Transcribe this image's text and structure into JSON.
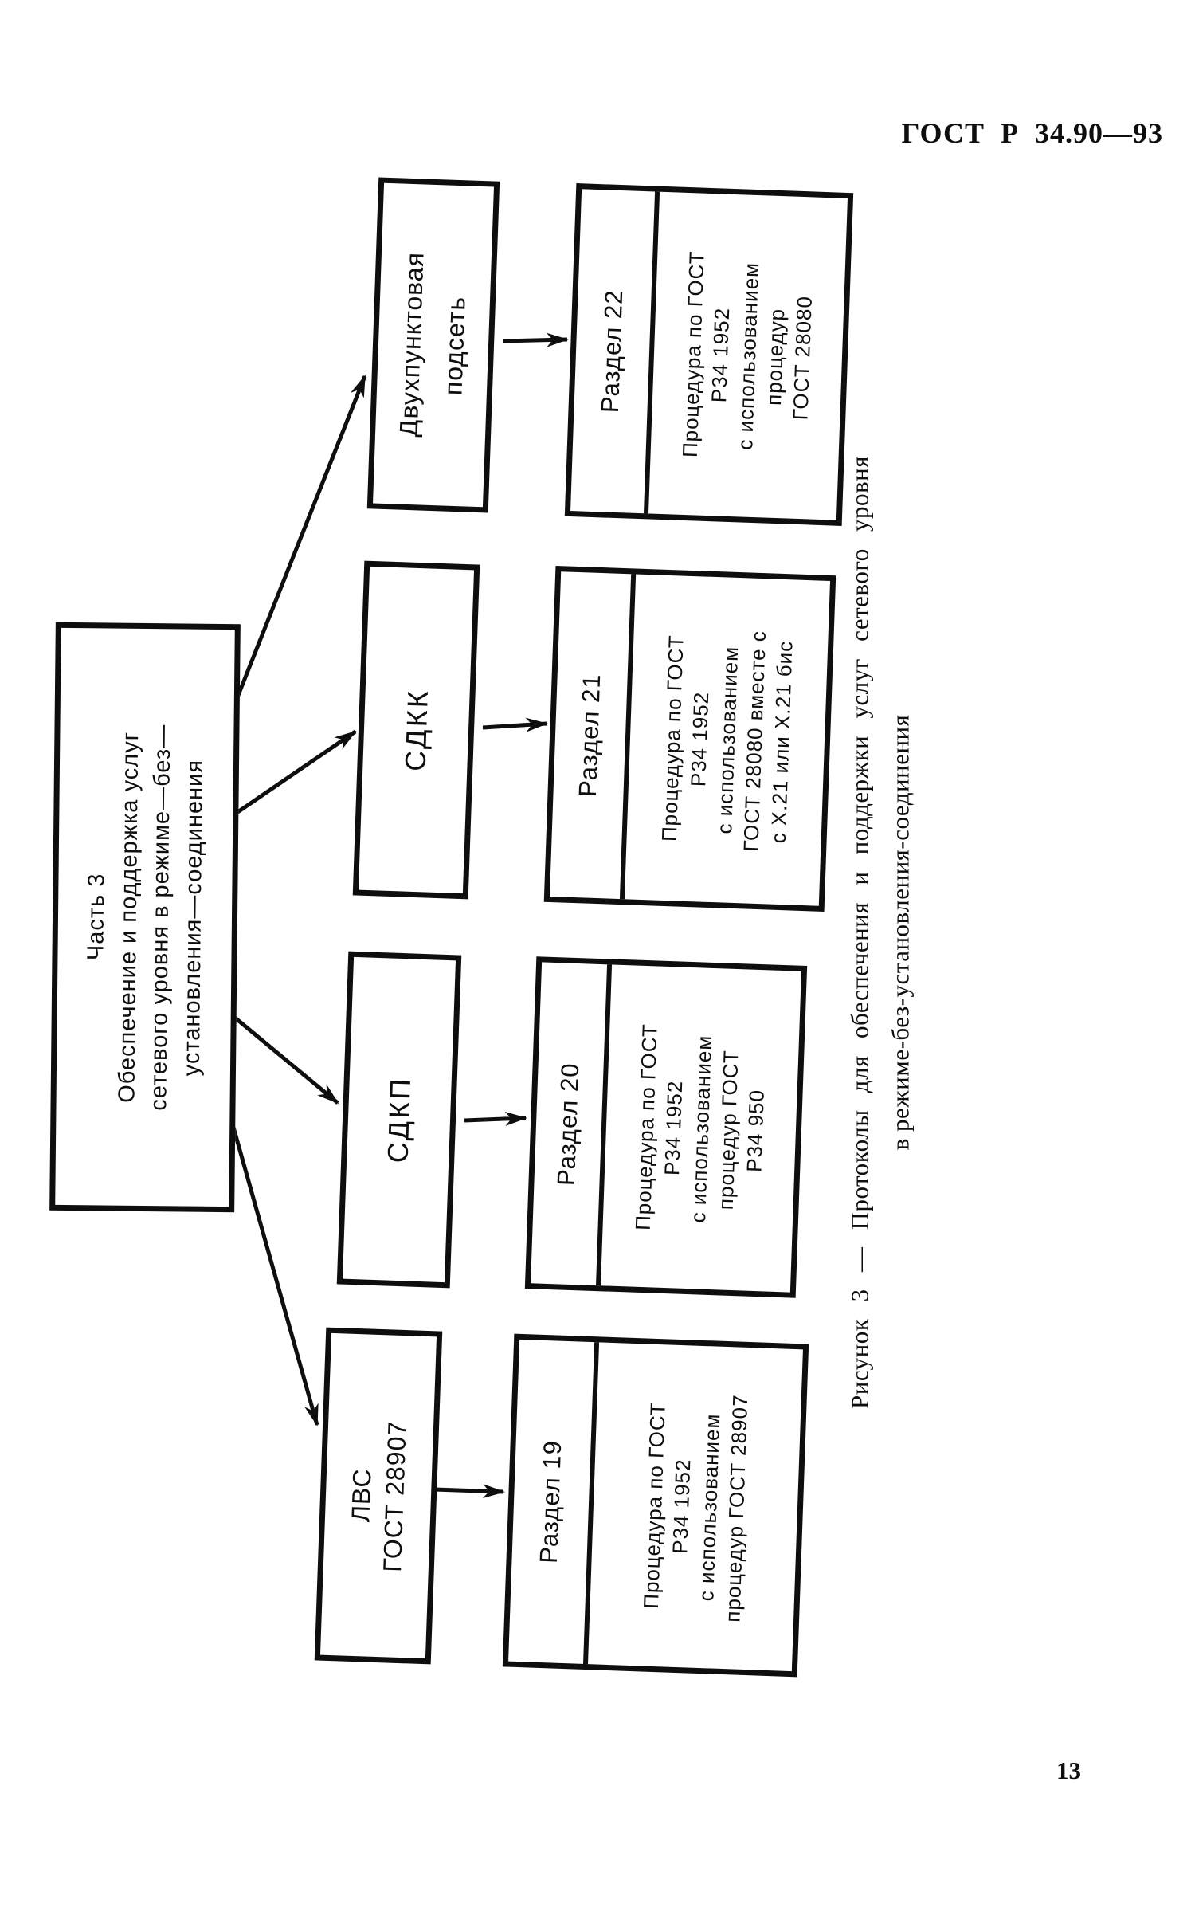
{
  "header": {
    "standard": "ГОСТ Р 34.90—93"
  },
  "footer": {
    "page_number": "13"
  },
  "diagram": {
    "source_box": {
      "text": "Часть 3\nОбеспечение и поддержка услуг\nсетевого уровня в режиме—без—\nустановления—соединения"
    },
    "branches": [
      {
        "protocol": "Двухпунктовая\nподсеть",
        "section": "Раздел 22",
        "procedure": "Процедура по ГОСТ\nР34 1952\nс использованием\nпроцедур\nГОСТ 28080"
      },
      {
        "protocol": "СДКК",
        "section": "Раздел 21",
        "procedure": "Процедура по ГОСТ\nР34 1952\nс использованием\nГОСТ 28080 вместе с\nс Х.21 или Х.21 бис"
      },
      {
        "protocol": "СДКП",
        "section": "Раздел 20",
        "procedure": "Процедура по ГОСТ\nР34 1952\nс использованием\nпроцедур ГОСТ\nР34 950"
      },
      {
        "protocol": "ЛВС\nГОСТ 28907",
        "section": "Раздел 19",
        "procedure": "Процедура по ГОСТ\nР34 1952\nс использованием\nпроцедур ГОСТ 28907"
      }
    ],
    "caption": {
      "line1": "Рисунок 3 — Протоколы для обеспечения и поддержки услуг сетевого уровня",
      "line2": "в режиме-без-установления-соединения"
    }
  }
}
